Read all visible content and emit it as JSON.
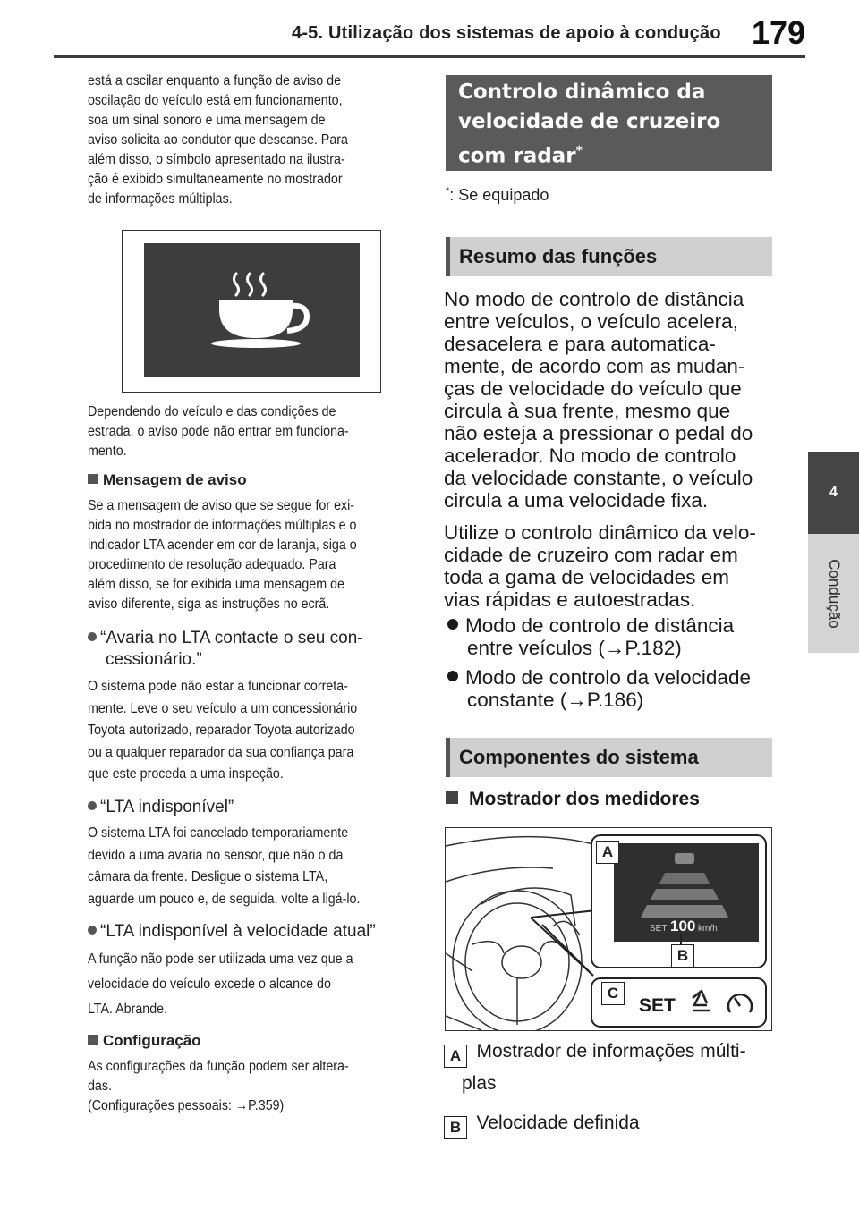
{
  "header": {
    "section_title": "4-5. Utilização dos sistemas de apoio à condução",
    "page_number": "179"
  },
  "side_tab": {
    "chapter_number": "4",
    "chapter_name": "Condução"
  },
  "left": {
    "intro_lines": [
      "está a oscilar enquanto a função de aviso de",
      "oscilação do veículo está em funcionamento,",
      "soa um sinal sonoro e uma mensagem de",
      "aviso solicita ao condutor que descanse. Para",
      "além disso, o símbolo apresentado na ilustra-",
      "ção é exibido simultaneamente no mostrador",
      "de informações múltiplas."
    ],
    "figure_icon": "coffee-cup-icon",
    "caption_lines": [
      "Dependendo do veículo e das condições de",
      "estrada, o aviso pode não entrar em funciona-",
      "mento."
    ],
    "warning_heading": "Mensagem de aviso",
    "warning_lines": [
      "Se a mensagem de aviso que se segue for exi-",
      "bida no mostrador de informações múltiplas e o",
      "indicador LTA acender em cor de laranja, siga o",
      "procedimento de resolução adequado. Para",
      "além disso, se for exibida uma mensagem de",
      "aviso diferente, siga as instruções no ecrã."
    ],
    "msg1_title_lines": [
      "“Avaria no LTA contacte o seu con-",
      "cessionário.”"
    ],
    "msg1_lines": [
      "O sistema pode não estar a funcionar correta-",
      "mente. Leve o seu veículo a um concessionário",
      "Toyota autorizado, reparador Toyota autorizado",
      "ou a qualquer reparador da sua confiança para",
      "que este proceda a uma inspeção."
    ],
    "msg2_title": "“LTA indisponível”",
    "msg2_lines": [
      "O sistema LTA foi cancelado temporariamente",
      "devido a uma avaria no sensor, que não o da",
      "câmara da frente. Desligue o sistema LTA,",
      "aguarde um pouco e, de seguida, volte a ligá-lo."
    ],
    "msg3_title": "“LTA indisponível à velocidade atual”",
    "msg3_lines": [
      "A função não pode ser utilizada uma vez que a",
      "velocidade do veículo excede o alcance do",
      "LTA. Abrande."
    ],
    "config_heading": "Configuração",
    "config_lines": [
      "As configurações da função podem ser altera-",
      "das.",
      "(Configurações pessoais: →P.359)"
    ]
  },
  "right": {
    "section_title_lines": [
      "Controlo dinâmico da",
      "velocidade de cruzeiro",
      "com radar"
    ],
    "section_title_mark": "*",
    "footnote_mark": "*",
    "footnote_text": ": Se equipado",
    "summary_heading": "Resumo das funções",
    "summary_lines": [
      "No modo de controlo de distância",
      "entre veículos, o veículo acelera,",
      "desacelera e para automatica-",
      "mente, de acordo com as mudan-",
      "ças de velocidade do veículo que",
      "circula à sua frente, mesmo que",
      "não esteja a pressionar o pedal do",
      "acelerador. No modo de controlo",
      "da velocidade constante, o veículo",
      "circula a uma velocidade fixa."
    ],
    "use_lines": [
      "Utilize o controlo dinâmico da velo-",
      "cidade de cruzeiro com radar em",
      "toda a gama de velocidades em",
      "vias rápidas e autoestradas."
    ],
    "modes": [
      {
        "lines": [
          "Modo de controlo de distância",
          "entre veículos (→P.182)"
        ]
      },
      {
        "lines": [
          "Modo de controlo da velocidade",
          "constante (→P.186)"
        ]
      }
    ],
    "components_heading": "Componentes do sistema",
    "display_heading": "Mostrador dos medidores",
    "figure": {
      "label_a": "A",
      "label_b": "B",
      "label_c": "C",
      "set_small": "SET",
      "speed_value": "100",
      "speed_unit": "km/h",
      "set_large": "SET"
    },
    "legend": [
      {
        "key": "A",
        "lines": [
          "Mostrador de informações múlti-",
          "plas"
        ]
      },
      {
        "key": "B",
        "lines": [
          "Velocidade definida"
        ]
      }
    ]
  }
}
